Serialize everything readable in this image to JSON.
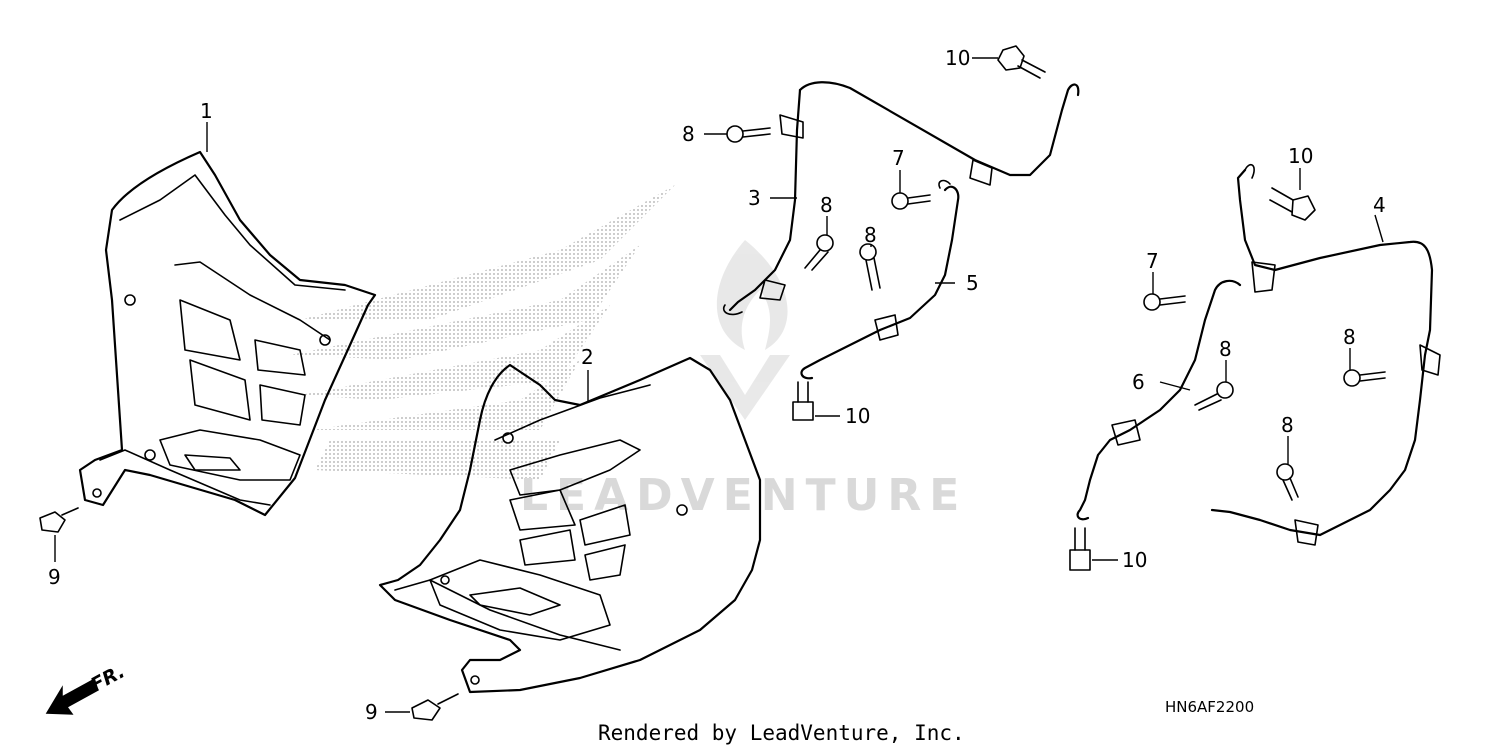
{
  "callouts": {
    "c1": "1",
    "c2": "2",
    "c3": "3",
    "c4": "4",
    "c5": "5",
    "c6": "6",
    "c7a": "7",
    "c7b": "7",
    "c8a": "8",
    "c8b": "8",
    "c8c": "8",
    "c8d": "8",
    "c8e": "8",
    "c8f": "8",
    "c9a": "9",
    "c9b": "9",
    "c10a": "10",
    "c10b": "10",
    "c10c": "10",
    "c10d": "10"
  },
  "front_arrow_label": "FR.",
  "diagram_code": "HN6AF2200",
  "credit": "Rendered by LeadVenture, Inc.",
  "watermark_text": "LEADVENTURE",
  "colors": {
    "line": "#000000",
    "watermark": "#d9d9d9",
    "background": "#ffffff"
  }
}
